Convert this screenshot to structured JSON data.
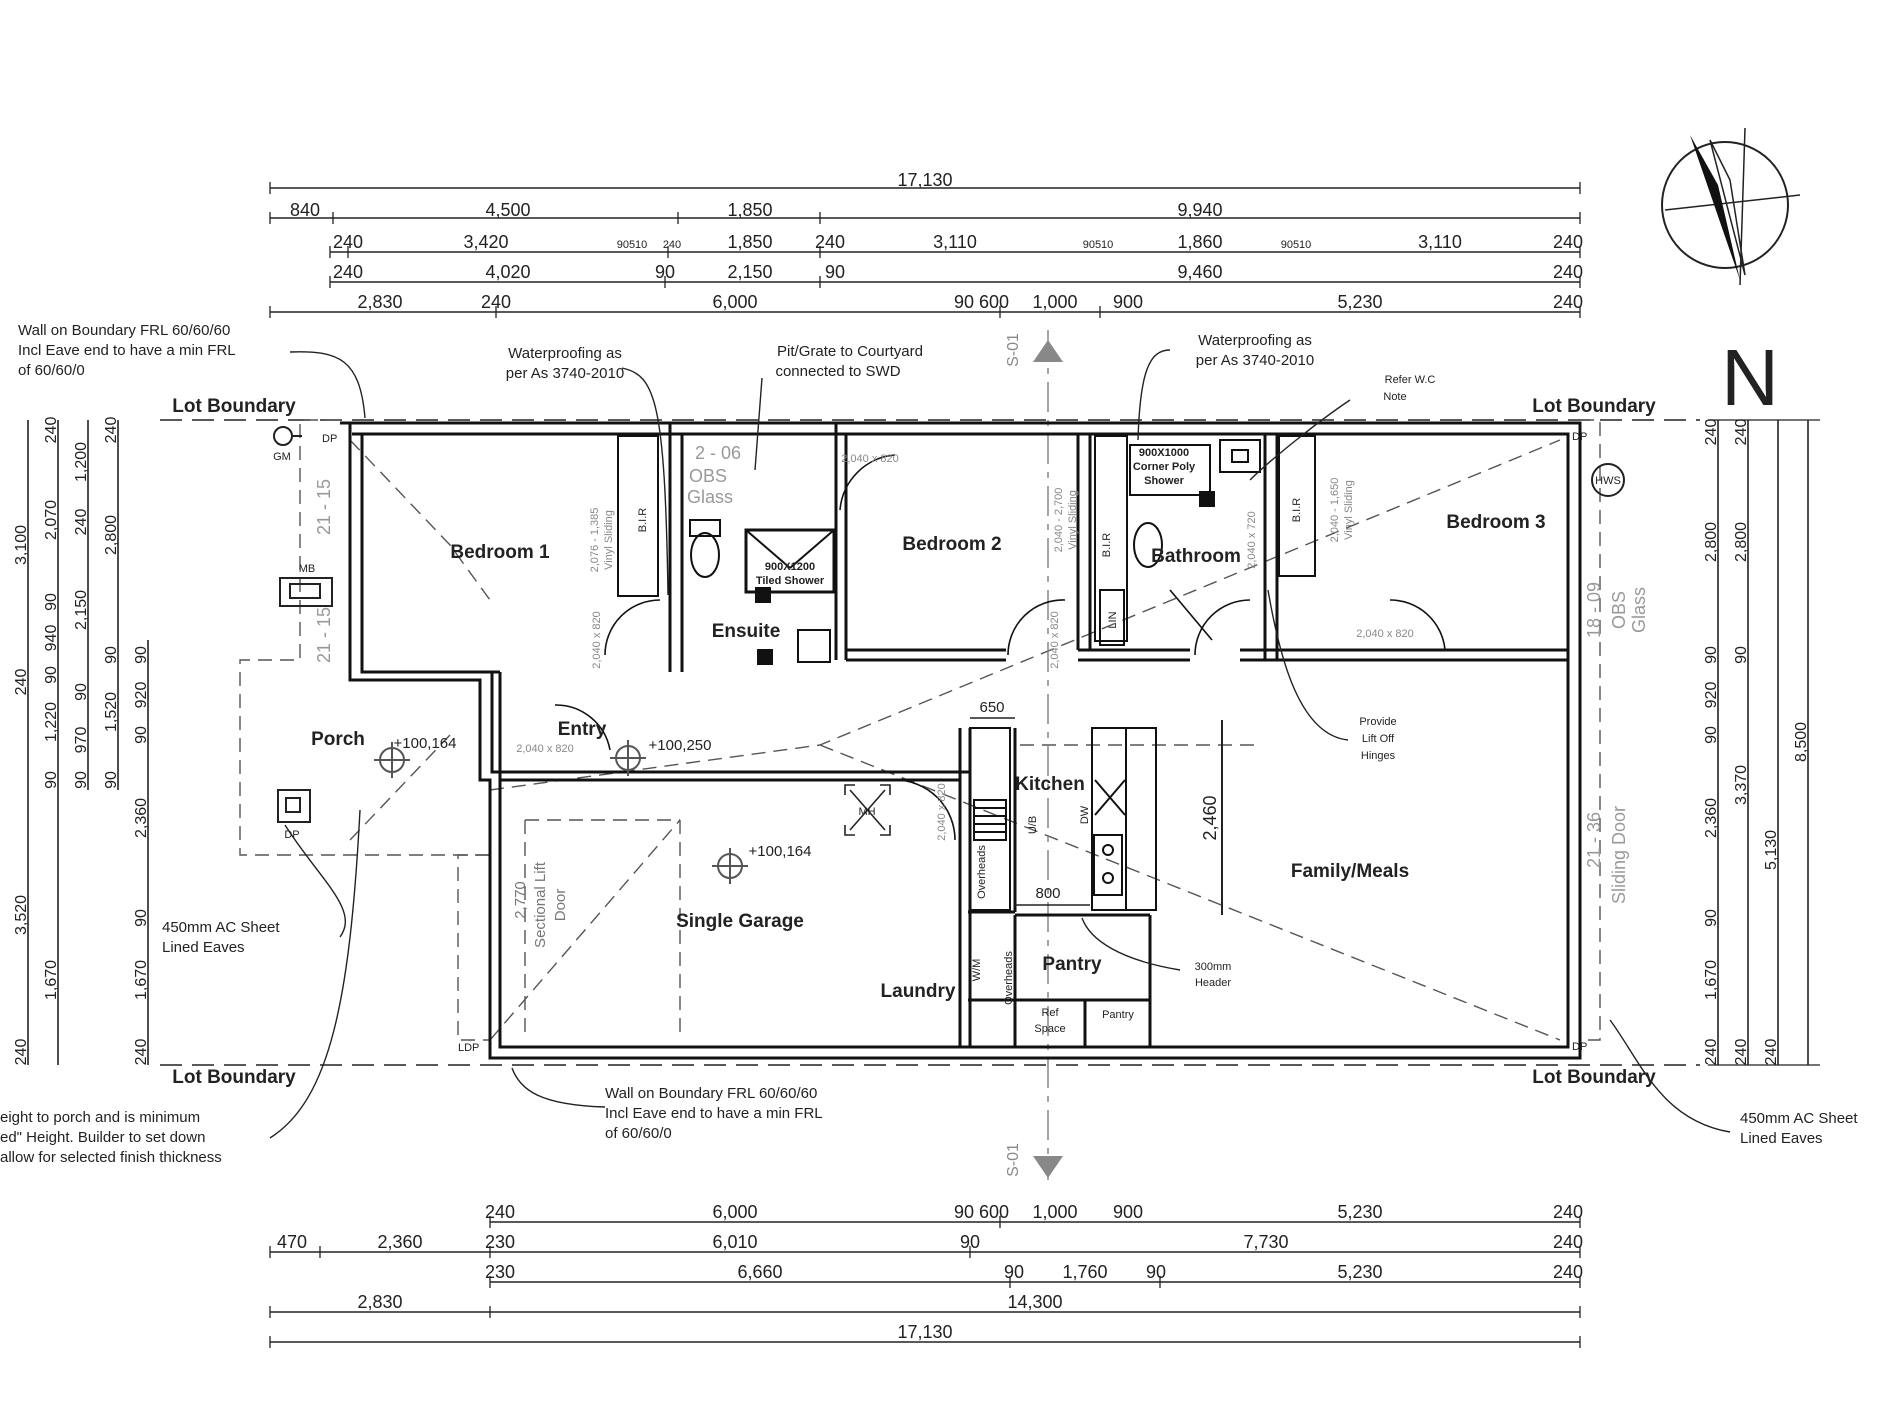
{
  "dims_top": {
    "r1": [
      "17,130"
    ],
    "r2": [
      "840",
      "4,500",
      "1,850",
      "9,940"
    ],
    "r3": [
      "240",
      "3,420",
      "90510",
      "240",
      "1,850",
      "240",
      "3,110",
      "90510",
      "1,860",
      "90510",
      "3,110",
      "240"
    ],
    "r4": [
      "240",
      "4,020",
      "90",
      "2,150",
      "90",
      "9,460",
      "240"
    ],
    "r5": [
      "2,830",
      "240",
      "6,000",
      "90",
      "600",
      "1,000",
      "900",
      "5,230",
      "240"
    ]
  },
  "dims_bottom": {
    "r1": [
      "240",
      "6,000",
      "90",
      "600",
      "1,000",
      "900",
      "5,230",
      "240"
    ],
    "r2": [
      "470",
      "2,360",
      "230",
      "6,010",
      "90",
      "7,730",
      "240"
    ],
    "r3": [
      "230",
      "6,660",
      "90",
      "1,760",
      "90",
      "5,230",
      "240"
    ],
    "r4": [
      "2,830",
      "14,300"
    ],
    "r5": [
      "17,130"
    ]
  },
  "dims_left": {
    "c1": [
      "3,100",
      "240",
      "3,520",
      "240"
    ],
    "c2": [
      "240",
      "2,070",
      "90",
      "940",
      "90",
      "1,220",
      "90",
      "1,670"
    ],
    "c3": [
      "1,200",
      "240",
      "2,150",
      "90",
      "970",
      "90"
    ],
    "c4": [
      "240",
      "2,800",
      "90",
      "1,520",
      "90"
    ],
    "c5": [
      "90",
      "920",
      "90",
      "2,360",
      "90",
      "1,670",
      "240"
    ]
  },
  "dims_right": {
    "c1": [
      "240",
      "2,800",
      "90",
      "920",
      "90",
      "2,360",
      "90",
      "1,670",
      "240"
    ],
    "c2": [
      "240",
      "2,800",
      "90",
      "3,370",
      "240"
    ],
    "c3": [
      "5,130",
      "240"
    ],
    "c4": [
      "8,500"
    ]
  },
  "rooms": {
    "bedroom1": "Bedroom 1",
    "bedroom2": "Bedroom 2",
    "bedroom3": "Bedroom 3",
    "bathroom": "Bathroom",
    "ensuite": "Ensuite",
    "entry": "Entry",
    "porch": "Porch",
    "kitchen": "Kitchen",
    "family": "Family/Meals",
    "garage": "Single Garage",
    "laundry": "Laundry",
    "pantry": "Pantry"
  },
  "labels": {
    "lot_boundary": "Lot Boundary",
    "north": "N",
    "wall_top_1": "Wall on Boundary FRL 60/60/60",
    "wall_top_2": "Incl Eave end to have a min FRL",
    "wall_top_3": "of 60/60/0",
    "wall_bot_1": "Wall on Boundary FRL 60/60/60",
    "wall_bot_2": "Incl Eave end to have a min FRL",
    "wall_bot_3": "of 60/60/0",
    "wp1_1": "Waterproofing as",
    "wp1_2": "per As 3740-2010",
    "wp2_1": "Waterproofing as",
    "wp2_2": "per As 3740-2010",
    "pit_1": "Pit/Grate to Courtyard",
    "pit_2": "connected to SWD",
    "refer_1": "Refer W.C",
    "refer_2": "Note",
    "lift_1": "Provide",
    "lift_2": "Lift Off",
    "lift_3": "Hinges",
    "header_1": "300mm",
    "header_2": "Header",
    "eaves_l_1": "450mm AC Sheet",
    "eaves_l_2": "Lined Eaves",
    "eaves_r_1": "450mm AC Sheet",
    "eaves_r_2": "Lined Eaves",
    "porch_1": "eight to porch and is minimum",
    "porch_2": "ed\" Height. Builder to set down",
    "porch_3": "allow for selected finish thickness",
    "level_porch": "+100,164",
    "level_entry": "+100,250",
    "level_garage": "+100,164",
    "gm": "GM",
    "mb": "MB",
    "dp": "DP",
    "ldp": "LDP",
    "hws": "HWS",
    "mh": "MH",
    "bir": "B.I.R",
    "lin": "LIN",
    "ub": "U/B",
    "dw": "DW",
    "wm": "W/M",
    "dim650": "650",
    "dim800": "800",
    "dim2460": "2,460",
    "ref": "Ref",
    "space": "Space",
    "pantry2": "Pantry",
    "shower1_1": "900X1200",
    "shower1_2": "Tiled Shower",
    "shower2_1": "900X1000",
    "shower2_2": "Corner Poly",
    "shower2_3": "Shower",
    "obs": "OBS",
    "glass": "Glass",
    "w1": "2 - 06",
    "w_b1": "21 - 15",
    "w_b1b": "21 - 15",
    "w_e": "18 - 09",
    "w_s": "21 - 36",
    "sliding_door": "Sliding Door",
    "sect1": "2,770",
    "sect2": "Sectional Lift",
    "sect3": "Door",
    "door_2040_820": "2,040 x 820",
    "door_2040_720": "2,040 x 720",
    "vs1": "2,076 - 1,385",
    "vs2": "Vinyl Sliding",
    "vs3": "2,040 - 2,700",
    "vs4": "2,040 - 1,650",
    "overheads": "Overheads",
    "section": "S-01"
  }
}
